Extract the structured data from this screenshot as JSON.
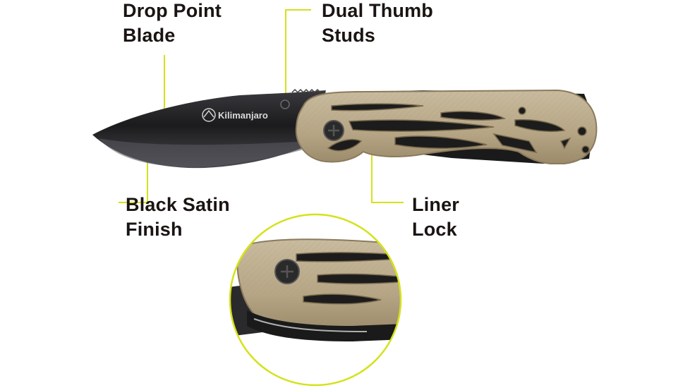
{
  "callouts": {
    "blade": {
      "line1": "Drop Point",
      "line2": "Blade"
    },
    "studs": {
      "line1": "Dual Thumb",
      "line2": "Studs"
    },
    "finish": {
      "line1": "Black Satin",
      "line2": "Finish"
    },
    "lock": {
      "line1": "Liner",
      "line2": "Lock"
    }
  },
  "brand": {
    "logo_text": "Kilimanjaro"
  },
  "colors": {
    "accent": "#d4e21a",
    "label_text": "#1a1412",
    "handle": "#b8a88a",
    "handle_dark": "#8a7a5c",
    "blade": "#1b1b1d"
  },
  "icons": {
    "brand_logo": "kilimanjaro-mountain-logo"
  }
}
